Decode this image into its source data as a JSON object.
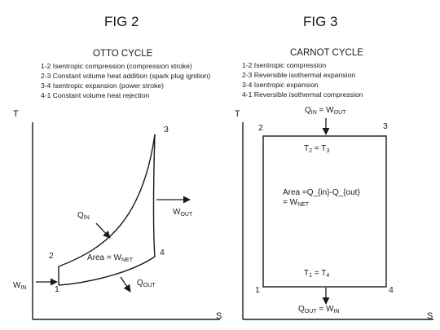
{
  "fig2": {
    "title": "FIG 2",
    "cycle_name": "OTTO CYCLE",
    "steps": [
      "1-2 Isentropic compression (compression stroke)",
      "2-3 Constant volume heat addition (spark plug ignition)",
      "3-4 Isentropic expansion (power stroke)",
      "4-1 Constant volume heat rejection"
    ],
    "axis_t": "T",
    "axis_s": "S",
    "points": {
      "p1": "1",
      "p2": "2",
      "p3": "3",
      "p4": "4"
    },
    "q_in": {
      "main": "Q",
      "sub": "IN"
    },
    "q_out": {
      "main": "Q",
      "sub": "OUT"
    },
    "w_out": {
      "main": "W",
      "sub": "OUT"
    },
    "w_in": {
      "main": "W",
      "sub": "IN"
    },
    "area": {
      "main": "Area = W",
      "sub": "NET"
    }
  },
  "fig3": {
    "title": "FIG 3",
    "cycle_name": "CARNOT CYCLE",
    "steps": [
      "1-2 Isentropic compression",
      "2-3 Reversible isothermal expansion",
      "3-4 Isentropic expansion",
      "4-1 Reversible isothermal compression"
    ],
    "axis_t": "T",
    "axis_s": "S",
    "points": {
      "p1": "1",
      "p2": "2",
      "p3": "3",
      "p4": "4"
    },
    "q_in": {
      "main": "Q",
      "sub": "IN",
      "eq": " = W",
      "eq_sub": "OUT"
    },
    "q_out": {
      "main": "Q",
      "sub": "OUT",
      "eq": " = W",
      "eq_sub": "IN"
    },
    "t_top": {
      "a": "T",
      "a_sub": "2",
      "eq": " = T",
      "b_sub": "3"
    },
    "t_bottom": {
      "a": "T",
      "a_sub": "1",
      "eq": " = T",
      "b_sub": "4"
    },
    "area_line1": "Area =Q_{in}-Q_{out}",
    "area_line2": {
      "main": "= W",
      "sub": "NET"
    }
  }
}
